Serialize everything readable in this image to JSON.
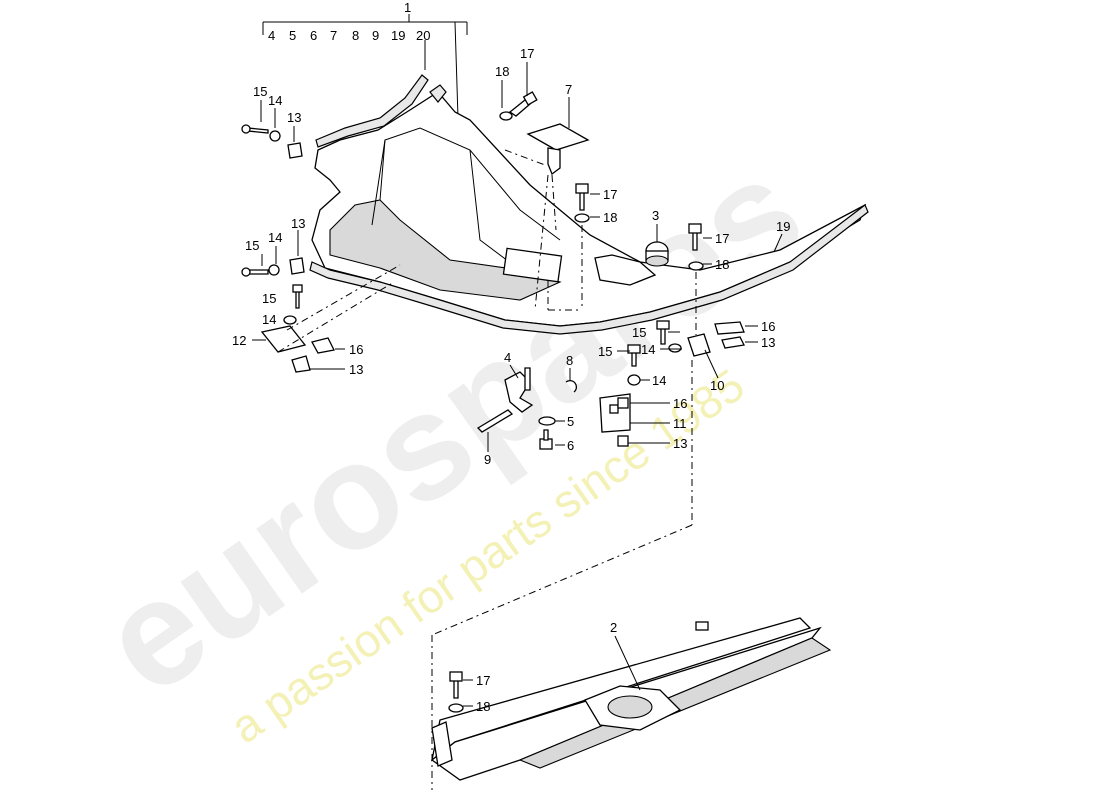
{
  "watermark": {
    "logo_text": "eurospares",
    "tagline": "a passion for parts since 1985"
  },
  "callouts": {
    "p1": "1",
    "group": [
      "4",
      "5",
      "6",
      "7",
      "8",
      "9",
      "19",
      "20"
    ],
    "p2": "2",
    "p3": "3",
    "p4": "4",
    "p5": "5",
    "p6": "6",
    "p7": "7",
    "p8": "8",
    "p9": "9",
    "p10": "10",
    "p11": "11",
    "p12": "12",
    "p13": "13",
    "p14": "14",
    "p15": "15",
    "p16": "16",
    "p17": "17",
    "p18": "18",
    "p19": "19"
  }
}
